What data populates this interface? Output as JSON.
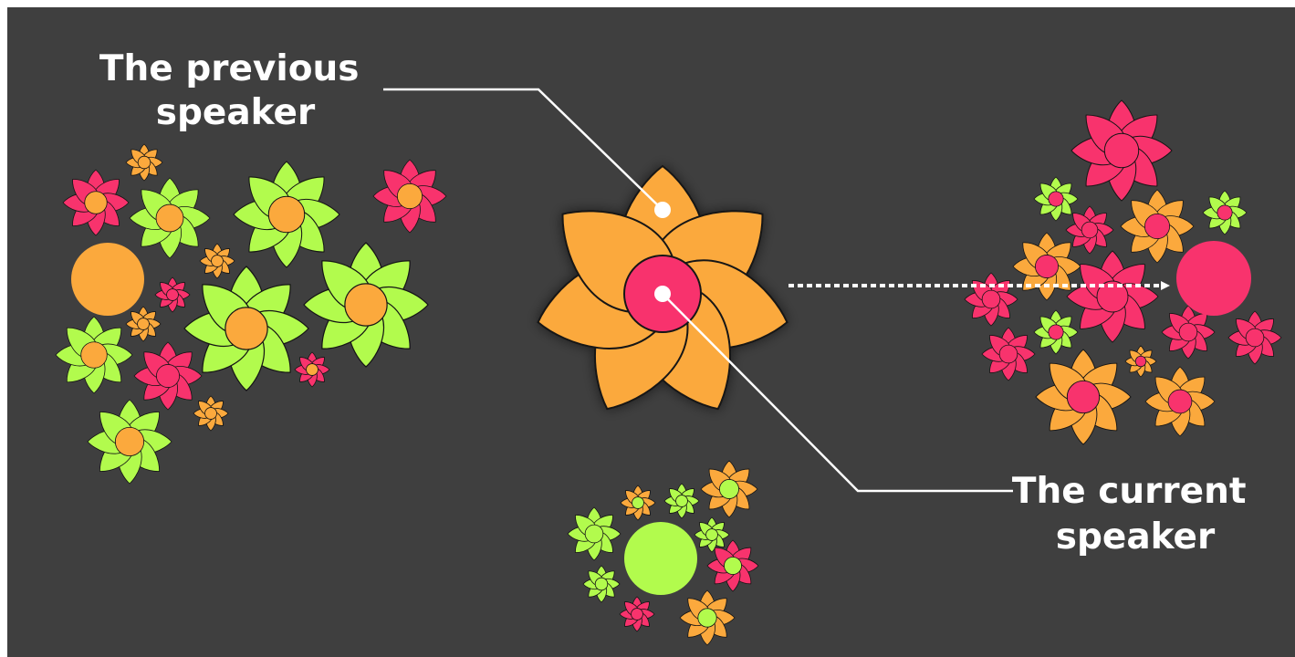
{
  "labels": {
    "previous_line1": "The previous",
    "previous_line2": "speaker",
    "current_line1": "The current",
    "current_line2": "speaker"
  },
  "colors": {
    "background": "#3f3f3f",
    "orange": "#fba93d",
    "pink": "#f8336d",
    "green": "#b2fb4d",
    "outline": "#151515",
    "annotation": "#ffffff"
  },
  "clusters": [
    {
      "name": "left-cluster",
      "speaker_color": "orange"
    },
    {
      "name": "right-cluster",
      "speaker_color": "pink"
    },
    {
      "name": "bottom-cluster",
      "speaker_color": "green"
    }
  ],
  "central_flower": {
    "petal_color": "orange",
    "center_color": "pink"
  }
}
